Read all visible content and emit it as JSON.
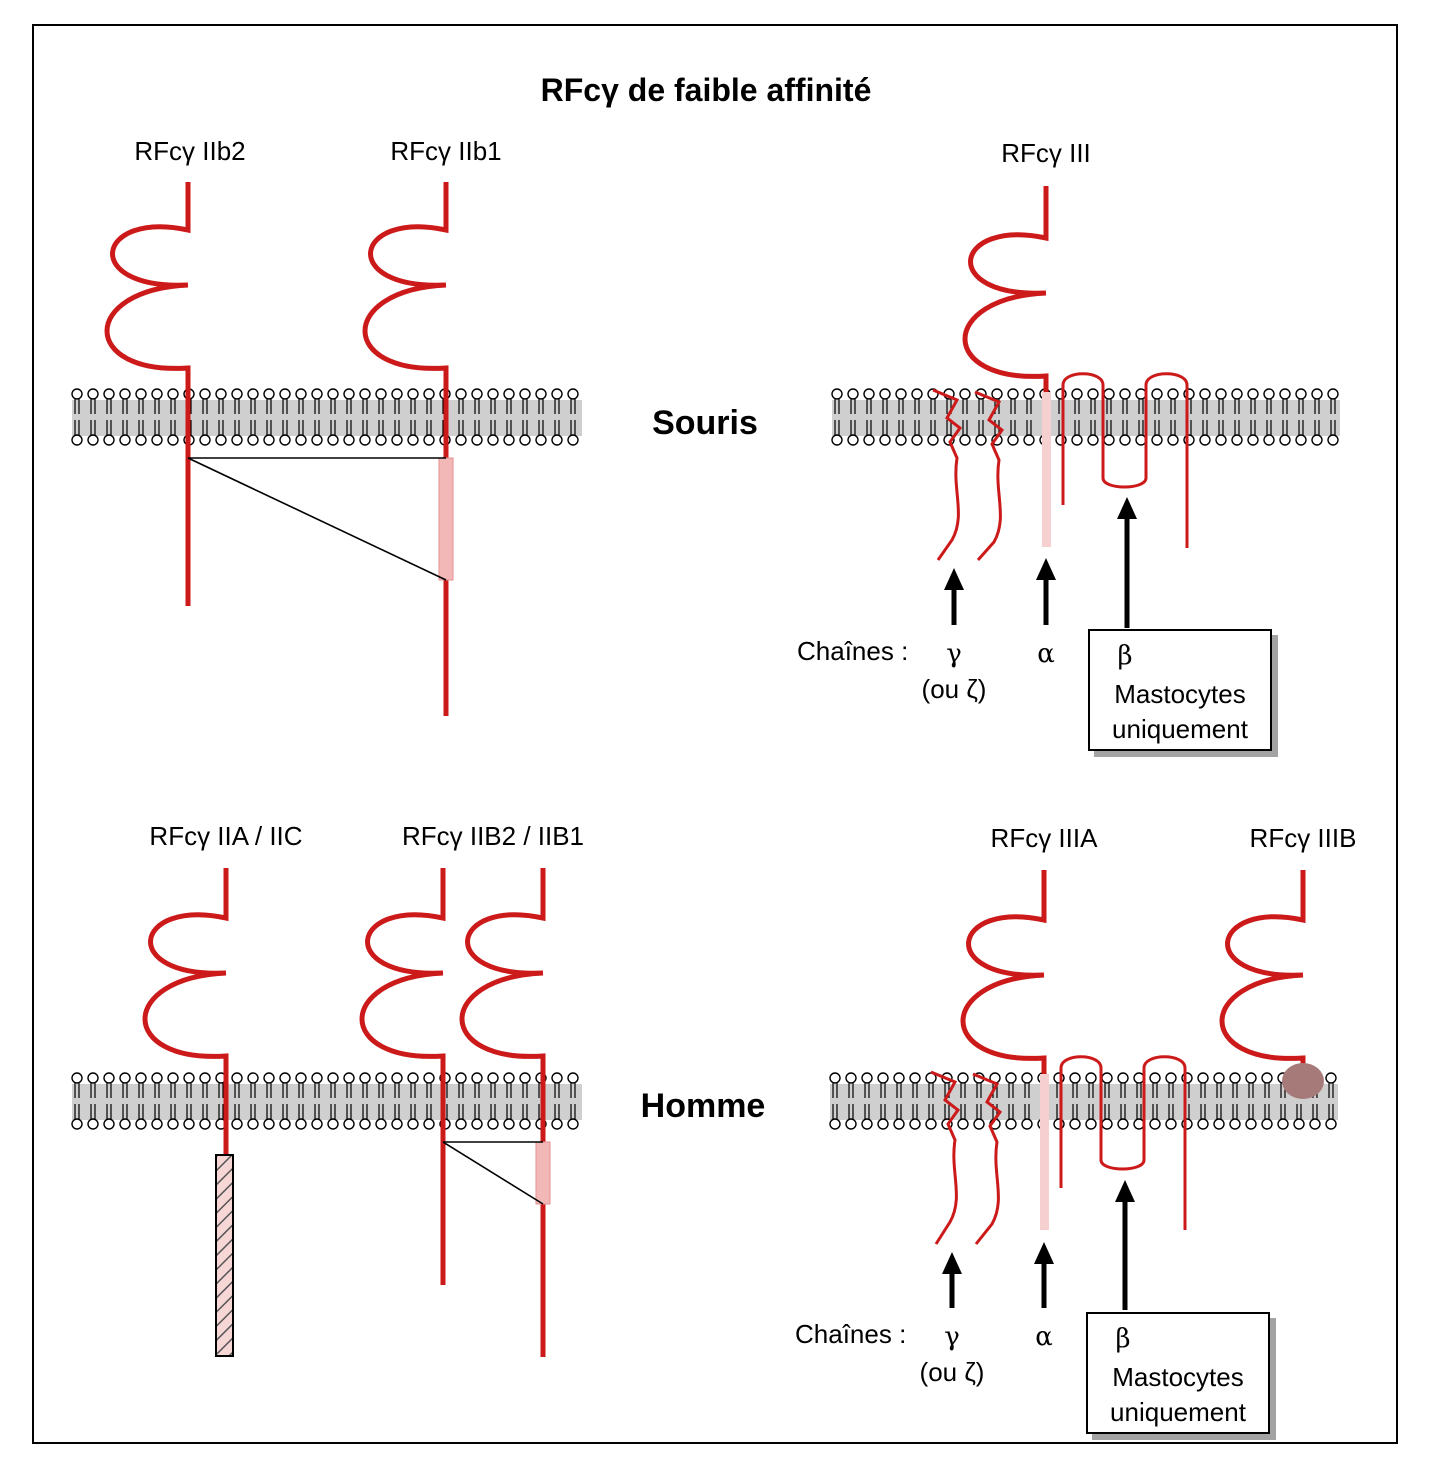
{
  "title": "RFcγ de faible affinité",
  "species": {
    "mouse": "Souris",
    "human": "Homme"
  },
  "receptors": {
    "mouse_IIb2": "RFcγ IIb2",
    "mouse_IIb1": "RFcγ IIb1",
    "mouse_III": "RFcγ III",
    "human_IIA_IIC": "RFcγ IIA / IIC",
    "human_IIB2_IIB1": "RFcγ IIB2 / IIB1",
    "human_IIIA": "RFcγ IIIA",
    "human_IIIB": "RFcγ IIIB"
  },
  "chains": {
    "label": "Chaînes :",
    "gamma": "γ",
    "gamma_alt": "(ou ζ)",
    "alpha": "α",
    "beta": "β",
    "beta_note_line1": "Mastocytes",
    "beta_note_line2": "uniquement"
  },
  "colors": {
    "receptor": "#cc1a1a",
    "light_segment": "#f2b8b8",
    "membrane_band": "#cfcfcf",
    "gpi_anchor": "#a77a7a"
  }
}
